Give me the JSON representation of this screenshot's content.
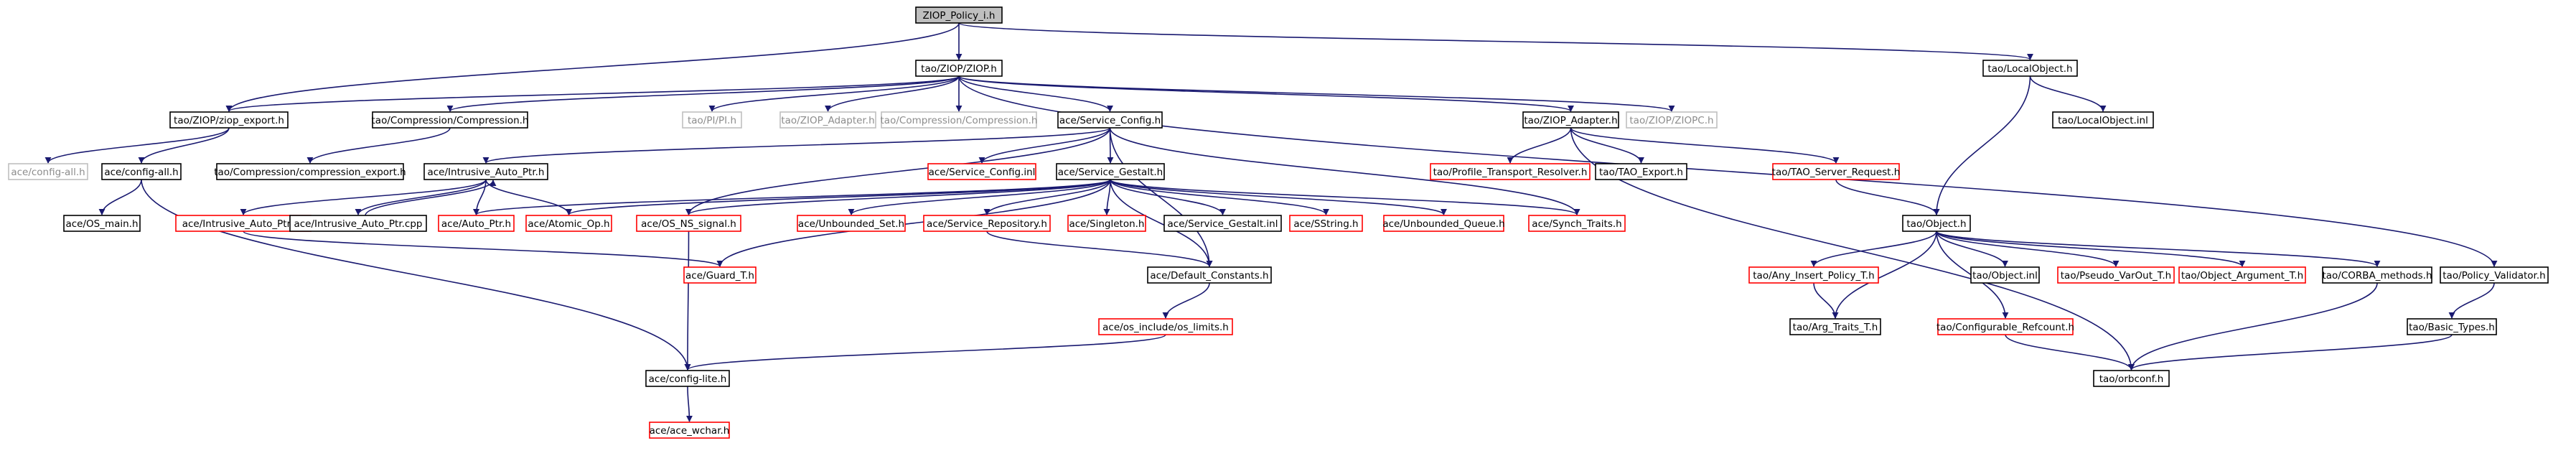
{
  "colors": {
    "node_black_border": "#000000",
    "node_red_border": "#ff0000",
    "node_gray_border": "#bfbfbf",
    "root_fill": "#bfbfbf",
    "edge_navy": "#191970",
    "text_normal": "#000000",
    "text_gray": "#8c8c8c"
  },
  "nodes": [
    {
      "id": "root",
      "label": "ZIOP_Policy_i.h",
      "style": "root"
    },
    {
      "id": "ziop_h",
      "label": "tao/ZIOP/ZIOP.h",
      "style": "black"
    },
    {
      "id": "localobject_h",
      "label": "tao/LocalObject.h",
      "style": "black"
    },
    {
      "id": "ziop_export_h",
      "label": "tao/ZIOP/ziop_export.h",
      "style": "black"
    },
    {
      "id": "compression_h",
      "label": "tao/Compression/Compression.h",
      "style": "black"
    },
    {
      "id": "pi_h",
      "label": "tao/PI/PI.h",
      "style": "gray"
    },
    {
      "id": "ziop_adapter_gray_h",
      "label": "tao/ZIOP_Adapter.h",
      "style": "gray"
    },
    {
      "id": "compression_gray_h",
      "label": "tao/Compression/Compression.h",
      "style": "gray"
    },
    {
      "id": "service_config_h",
      "label": "ace/Service_Config.h",
      "style": "black"
    },
    {
      "id": "ziop_adapter_h",
      "label": "tao/ZIOP_Adapter.h",
      "style": "black"
    },
    {
      "id": "ziopc_h",
      "label": "tao/ZIOP/ZIOPC.h",
      "style": "gray"
    },
    {
      "id": "localobject_inl",
      "label": "tao/LocalObject.inl",
      "style": "black"
    },
    {
      "id": "config_all_gray_h",
      "label": "ace/config-all.h",
      "style": "gray"
    },
    {
      "id": "config_all_h",
      "label": "ace/config-all.h",
      "style": "black"
    },
    {
      "id": "compression_export_h",
      "label": "tao/Compression/compression_export.h",
      "style": "black"
    },
    {
      "id": "intrusive_auto_ptr_h",
      "label": "ace/Intrusive_Auto_Ptr.h",
      "style": "black"
    },
    {
      "id": "service_config_inl",
      "label": "ace/Service_Config.inl",
      "style": "red"
    },
    {
      "id": "service_gestalt_h",
      "label": "ace/Service_Gestalt.h",
      "style": "black"
    },
    {
      "id": "profile_transport_resolver_h",
      "label": "tao/Profile_Transport_Resolver.h",
      "style": "red"
    },
    {
      "id": "tao_export_h",
      "label": "tao/TAO_Export.h",
      "style": "black"
    },
    {
      "id": "tao_server_request_h",
      "label": "tao/TAO_Server_Request.h",
      "style": "red"
    },
    {
      "id": "os_main_h",
      "label": "ace/OS_main.h",
      "style": "black"
    },
    {
      "id": "intrusive_auto_ptr_inl",
      "label": "ace/Intrusive_Auto_Ptr.inl",
      "style": "red"
    },
    {
      "id": "intrusive_auto_ptr_cpp",
      "label": "ace/Intrusive_Auto_Ptr.cpp",
      "style": "black"
    },
    {
      "id": "auto_ptr_h",
      "label": "ace/Auto_Ptr.h",
      "style": "red"
    },
    {
      "id": "atomic_op_h",
      "label": "ace/Atomic_Op.h",
      "style": "red"
    },
    {
      "id": "os_ns_signal_h",
      "label": "ace/OS_NS_signal.h",
      "style": "red"
    },
    {
      "id": "unbounded_set_h",
      "label": "ace/Unbounded_Set.h",
      "style": "red"
    },
    {
      "id": "service_repository_h",
      "label": "ace/Service_Repository.h",
      "style": "red"
    },
    {
      "id": "singleton_h",
      "label": "ace/Singleton.h",
      "style": "red"
    },
    {
      "id": "service_gestalt_inl",
      "label": "ace/Service_Gestalt.inl",
      "style": "black"
    },
    {
      "id": "sstring_h",
      "label": "ace/SString.h",
      "style": "red"
    },
    {
      "id": "unbounded_queue_h",
      "label": "ace/Unbounded_Queue.h",
      "style": "red"
    },
    {
      "id": "synch_traits_h",
      "label": "ace/Synch_Traits.h",
      "style": "red"
    },
    {
      "id": "object_h",
      "label": "tao/Object.h",
      "style": "black"
    },
    {
      "id": "guard_t_h",
      "label": "ace/Guard_T.h",
      "style": "red"
    },
    {
      "id": "default_constants_h",
      "label": "ace/Default_Constants.h",
      "style": "black"
    },
    {
      "id": "any_insert_policy_t_h",
      "label": "tao/Any_Insert_Policy_T.h",
      "style": "red"
    },
    {
      "id": "object_inl",
      "label": "tao/Object.inl",
      "style": "black"
    },
    {
      "id": "pseudo_varout_t_h",
      "label": "tao/Pseudo_VarOut_T.h",
      "style": "red"
    },
    {
      "id": "object_argument_t_h",
      "label": "tao/Object_Argument_T.h",
      "style": "red"
    },
    {
      "id": "corba_methods_h",
      "label": "tao/CORBA_methods.h",
      "style": "black"
    },
    {
      "id": "policy_validator_h",
      "label": "tao/Policy_Validator.h",
      "style": "black"
    },
    {
      "id": "os_limits_h",
      "label": "ace/os_include/os_limits.h",
      "style": "red"
    },
    {
      "id": "arg_traits_t_h",
      "label": "tao/Arg_Traits_T.h",
      "style": "black"
    },
    {
      "id": "configurable_refcount_h",
      "label": "tao/Configurable_Refcount.h",
      "style": "red"
    },
    {
      "id": "basic_types_h",
      "label": "tao/Basic_Types.h",
      "style": "black"
    },
    {
      "id": "config_lite_h",
      "label": "ace/config-lite.h",
      "style": "black"
    },
    {
      "id": "orbconf_h",
      "label": "tao/orbconf.h",
      "style": "black"
    },
    {
      "id": "ace_wchar_h",
      "label": "ace/ace_wchar.h",
      "style": "red"
    }
  ],
  "edges": [
    [
      "root",
      "ziop_h"
    ],
    [
      "root",
      "localobject_h"
    ],
    [
      "root",
      "ziop_export_h"
    ],
    [
      "ziop_h",
      "ziop_export_h"
    ],
    [
      "ziop_h",
      "compression_h"
    ],
    [
      "ziop_h",
      "pi_h"
    ],
    [
      "ziop_h",
      "ziop_adapter_gray_h"
    ],
    [
      "ziop_h",
      "compression_gray_h"
    ],
    [
      "ziop_h",
      "service_config_h"
    ],
    [
      "ziop_h",
      "ziop_adapter_h"
    ],
    [
      "ziop_h",
      "ziopc_h"
    ],
    [
      "ziop_h",
      "policy_validator_h"
    ],
    [
      "localobject_h",
      "localobject_inl"
    ],
    [
      "localobject_h",
      "object_h"
    ],
    [
      "ziop_export_h",
      "config_all_gray_h"
    ],
    [
      "ziop_export_h",
      "config_all_h"
    ],
    [
      "compression_h",
      "compression_export_h"
    ],
    [
      "config_all_h",
      "os_main_h"
    ],
    [
      "config_all_h",
      "config_lite_h"
    ],
    [
      "service_config_h",
      "intrusive_auto_ptr_h"
    ],
    [
      "service_config_h",
      "service_config_inl"
    ],
    [
      "service_config_h",
      "service_gestalt_h"
    ],
    [
      "service_config_h",
      "os_ns_signal_h"
    ],
    [
      "service_config_h",
      "synch_traits_h"
    ],
    [
      "service_config_h",
      "default_constants_h"
    ],
    [
      "ziop_adapter_h",
      "profile_transport_resolver_h"
    ],
    [
      "ziop_adapter_h",
      "tao_export_h"
    ],
    [
      "ziop_adapter_h",
      "tao_server_request_h"
    ],
    [
      "ziop_adapter_h",
      "orbconf_h"
    ],
    [
      "tao_server_request_h",
      "object_h"
    ],
    [
      "intrusive_auto_ptr_h",
      "intrusive_auto_ptr_inl"
    ],
    [
      "intrusive_auto_ptr_h",
      "intrusive_auto_ptr_cpp"
    ],
    [
      "intrusive_auto_ptr_h",
      "auto_ptr_h"
    ],
    [
      "intrusive_auto_ptr_h",
      "atomic_op_h"
    ],
    [
      "intrusive_auto_ptr_cpp",
      "intrusive_auto_ptr_h"
    ],
    [
      "intrusive_auto_ptr_inl",
      "guard_t_h"
    ],
    [
      "service_gestalt_h",
      "auto_ptr_h"
    ],
    [
      "service_gestalt_h",
      "atomic_op_h"
    ],
    [
      "service_gestalt_h",
      "os_ns_signal_h"
    ],
    [
      "service_gestalt_h",
      "guard_t_h"
    ],
    [
      "service_gestalt_h",
      "unbounded_set_h"
    ],
    [
      "service_gestalt_h",
      "service_repository_h"
    ],
    [
      "service_gestalt_h",
      "singleton_h"
    ],
    [
      "service_gestalt_h",
      "service_gestalt_inl"
    ],
    [
      "service_gestalt_h",
      "sstring_h"
    ],
    [
      "service_gestalt_h",
      "unbounded_queue_h"
    ],
    [
      "service_gestalt_h",
      "synch_traits_h"
    ],
    [
      "service_gestalt_h",
      "default_constants_h"
    ],
    [
      "service_repository_h",
      "default_constants_h"
    ],
    [
      "os_ns_signal_h",
      "config_lite_h"
    ],
    [
      "default_constants_h",
      "os_limits_h"
    ],
    [
      "os_limits_h",
      "config_lite_h"
    ],
    [
      "config_lite_h",
      "ace_wchar_h"
    ],
    [
      "object_h",
      "any_insert_policy_t_h"
    ],
    [
      "object_h",
      "object_inl"
    ],
    [
      "object_h",
      "pseudo_varout_t_h"
    ],
    [
      "object_h",
      "object_argument_t_h"
    ],
    [
      "object_h",
      "corba_methods_h"
    ],
    [
      "object_h",
      "arg_traits_t_h"
    ],
    [
      "object_h",
      "configurable_refcount_h"
    ],
    [
      "any_insert_policy_t_h",
      "arg_traits_t_h"
    ],
    [
      "configurable_refcount_h",
      "orbconf_h"
    ],
    [
      "corba_methods_h",
      "orbconf_h"
    ],
    [
      "policy_validator_h",
      "basic_types_h"
    ],
    [
      "basic_types_h",
      "orbconf_h"
    ]
  ]
}
